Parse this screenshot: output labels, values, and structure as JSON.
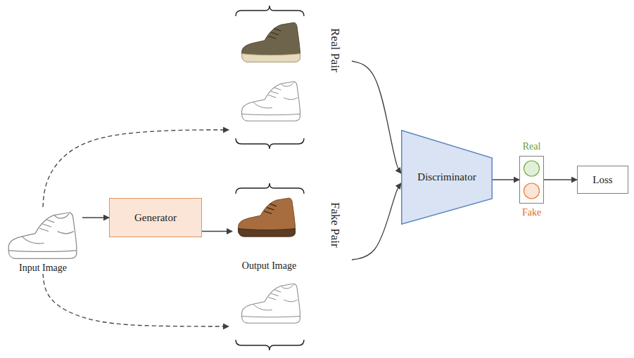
{
  "diagram": {
    "nodes": [
      {
        "text": [
          "Input Image"
        ]
      },
      {
        "text": [
          "Generator"
        ]
      },
      {
        "text": [
          "Real Pair"
        ]
      },
      {
        "text": [
          "Fake Pair"
        ]
      },
      {
        "text": [
          "Output Image"
        ],
        "in": 3
      },
      {
        "text": [
          "Discriminator"
        ]
      },
      {
        "text": [
          "Real",
          "Fake"
        ]
      },
      {
        "text": [
          "Loss"
        ]
      }
    ],
    "edges": [
      {
        "from": 0,
        "to": 1,
        "arrow": "to"
      },
      {
        "from": 1,
        "to": 4,
        "arrow": "to"
      },
      {
        "from": 0,
        "to": 2,
        "arrow": "to"
      },
      {
        "from": 0,
        "to": 3,
        "arrow": "to"
      },
      {
        "from": 2,
        "to": 5,
        "arrow": "to"
      },
      {
        "from": 3,
        "to": 5,
        "arrow": "to"
      },
      {
        "from": 5,
        "to": 6,
        "arrow": "to"
      },
      {
        "from": 6,
        "to": 7,
        "arrow": "to"
      }
    ]
  }
}
